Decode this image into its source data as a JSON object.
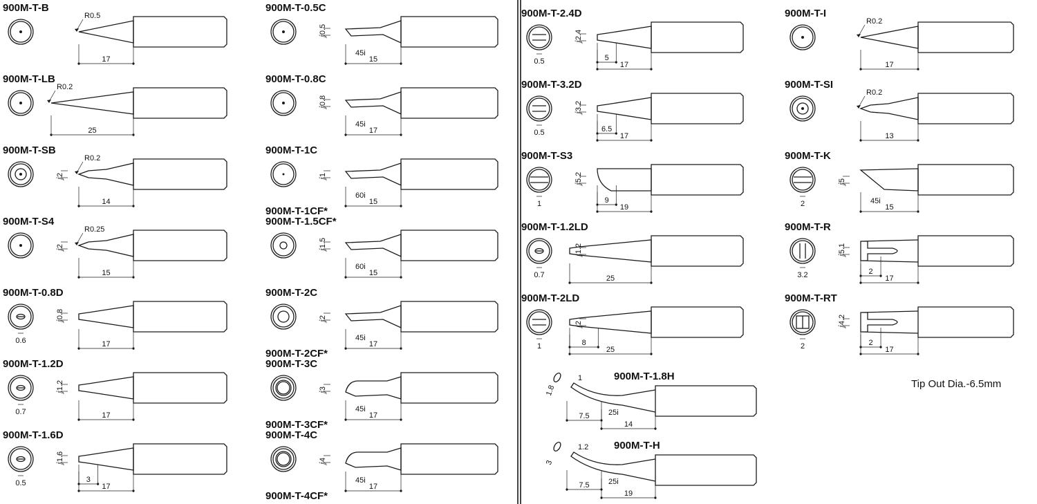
{
  "left_panel": {
    "columns": [
      [
        {
          "code": "900M-T-B",
          "kind": "conical",
          "shape": "cone-point",
          "end": "R0.5",
          "callout": "R0.5",
          "dims": [
            "17"
          ],
          "face": "dot"
        },
        {
          "code": "900M-T-LB",
          "kind": "conical",
          "shape": "long-cone",
          "end": "R0.2",
          "callout": "R0.2",
          "dims": [
            "25"
          ],
          "face": "dot"
        },
        {
          "code": "900M-T-SB",
          "kind": "conical",
          "shape": "stepped-cone",
          "end": "R0.2",
          "callout": "R0.2",
          "dims": [
            "14"
          ],
          "dia": "2",
          "face": "double-ring"
        },
        {
          "code": "900M-T-S4",
          "kind": "conical",
          "shape": "stepped-cone",
          "end": "R0.25",
          "callout": "R0.25",
          "dims": [
            "15"
          ],
          "dia": "2",
          "face": "dot"
        },
        {
          "code": "900M-T-0.8D",
          "kind": "chisel",
          "shape": "chisel",
          "dims": [
            "17"
          ],
          "dia": "0.8",
          "thick": "0.6",
          "face": "slot"
        },
        {
          "code": "900M-T-1.2D",
          "kind": "chisel",
          "shape": "chisel",
          "dims": [
            "17"
          ],
          "dia": "1.2",
          "thick": "0.7",
          "face": "slot"
        },
        {
          "code": "900M-T-1.6D",
          "kind": "chisel",
          "shape": "chisel",
          "dims": [
            "17",
            "3"
          ],
          "dia": "1.6",
          "thick": "0.5",
          "face": "slot"
        }
      ],
      [
        {
          "code": "900M-T-0.5C",
          "kind": "bevel",
          "shape": "bevel",
          "dims": [
            "15"
          ],
          "dia": "0.5",
          "angle": "45",
          "face": "dot"
        },
        {
          "code": "900M-T-0.8C",
          "kind": "bevel",
          "shape": "bevel-long",
          "dims": [
            "17"
          ],
          "dia": "0.8",
          "angle": "45",
          "face": "dot"
        },
        {
          "code": "900M-T-1C",
          "kind": "bevel",
          "shape": "bevel",
          "dims": [
            "15"
          ],
          "dia": "1",
          "angle": "60",
          "face": "small-dot",
          "extra_code": "900M-T-1CF*"
        },
        {
          "code": "900M-T-1.5CF*",
          "kind": "bevel",
          "shape": "bevel",
          "dims": [
            "15"
          ],
          "dia": "1.5",
          "angle": "60",
          "face": "small-ring"
        },
        {
          "code": "900M-T-2C",
          "kind": "bevel",
          "shape": "bevel",
          "dims": [
            "17"
          ],
          "dia": "2",
          "angle": "45",
          "face": "ring",
          "extra_code": "900M-T-2CF*"
        },
        {
          "code": "900M-T-3C",
          "kind": "bevel",
          "shape": "bevel-wide",
          "dims": [
            "17"
          ],
          "dia": "3",
          "angle": "45",
          "face": "big-ring",
          "extra_code": "900M-T-3CF*"
        },
        {
          "code": "900M-T-4C",
          "kind": "bevel",
          "shape": "bevel-wide",
          "dims": [
            "17"
          ],
          "dia": "4",
          "angle": "45",
          "face": "big-ring",
          "extra_code": "900M-T-4CF*"
        }
      ]
    ]
  },
  "right_panel": {
    "columns": [
      [
        {
          "code": "900M-T-2.4D",
          "kind": "chisel",
          "shape": "chisel",
          "dims": [
            "17",
            "5"
          ],
          "dia": "2.4",
          "thick": "0.5",
          "face": "bars"
        },
        {
          "code": "900M-T-3.2D",
          "kind": "chisel",
          "shape": "chisel",
          "dims": [
            "17",
            "6.5"
          ],
          "dia": "3.2",
          "thick": "0.5",
          "face": "bars"
        },
        {
          "code": "900M-T-S3",
          "kind": "chisel",
          "shape": "blade",
          "dims": [
            "19",
            "9"
          ],
          "dia": "5.2",
          "thick": "1",
          "face": "bars-big"
        },
        {
          "code": "900M-T-1.2LD",
          "kind": "chisel",
          "shape": "long-chisel",
          "dims": [
            "25"
          ],
          "dia": "1.2",
          "thick": "0.7",
          "face": "slot"
        },
        {
          "code": "900M-T-2LD",
          "kind": "chisel",
          "shape": "long-chisel",
          "dims": [
            "25",
            "8"
          ],
          "dia": "2",
          "thick": "1",
          "face": "bars"
        }
      ],
      [
        {
          "code": "900M-T-I",
          "kind": "conical",
          "shape": "cone-point",
          "end": "R0.2",
          "callout": "R0.2",
          "dims": [
            "17"
          ],
          "face": "dot"
        },
        {
          "code": "900M-T-SI",
          "kind": "conical",
          "shape": "stepped-cone",
          "end": "R0.2",
          "callout": "R0.2",
          "dims": [
            "13"
          ],
          "face": "double-ring"
        },
        {
          "code": "900M-T-K",
          "kind": "knife",
          "shape": "knife",
          "dims": [
            "15"
          ],
          "dia": "5",
          "thick": "2",
          "angle": "45",
          "face": "bars-big"
        },
        {
          "code": "900M-T-R",
          "kind": "fork",
          "shape": "fork",
          "dims": [
            "17",
            "2"
          ],
          "dia": "5.1",
          "thick": "3.2",
          "face": "fork"
        },
        {
          "code": "900M-T-RT",
          "kind": "fork",
          "shape": "fork-square",
          "dims": [
            "17",
            "2"
          ],
          "dia": "4.2",
          "thick": "2",
          "face": "square"
        }
      ]
    ],
    "bent": [
      {
        "code": "900M-T-1.8H",
        "dims": [
          "14",
          "7.5"
        ],
        "dia": "1.8",
        "thick": "1",
        "angle": "25"
      },
      {
        "code": "900M-T-H",
        "dims": [
          "19",
          "7.5"
        ],
        "dia": "3",
        "thick": "1.2",
        "angle": "25"
      }
    ],
    "footer_note": "Tip Out Dia.-6.5mm"
  },
  "symbols": {
    "angle_mark": "i",
    "dia_mark": "ⅉ"
  },
  "colors": {
    "line": "#1a1a1a",
    "paper": "#ffffff",
    "divider": "#444444"
  }
}
